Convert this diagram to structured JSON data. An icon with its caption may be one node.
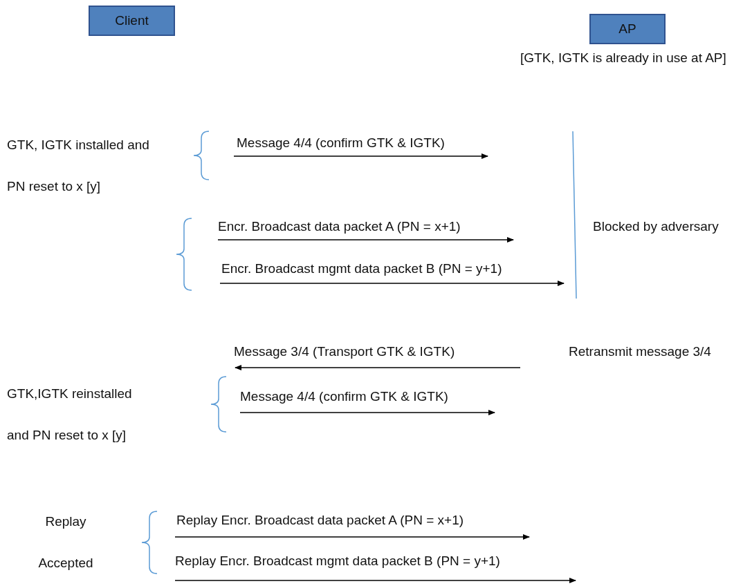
{
  "diagram": {
    "nodes": [
      {
        "text": [
          "Client"
        ]
      },
      {
        "text": [
          "AP"
        ],
        "beside": [
          "[GTK, IGTK is already in use at AP]"
        ]
      }
    ],
    "labels": [
      "GTK, IGTK installed and PN reset to x [y]",
      "Message 4/4 (confirm GTK & IGTK)",
      "Encr. Broadcast data packet A (PN = x+1)",
      "Blocked by adversary",
      "Encr. Broadcast mgmt data packet B (PN = y+1)",
      "Message 3/4 (Transport GTK & IGTK)",
      "Retransmit message 3/4",
      "GTK,IGTK reinstalled and PN reset to x [y]",
      "Message 4/4 (confirm GTK & IGTK)",
      "Replay Accepted",
      "Replay Encr. Broadcast data packet A (PN = x+1)",
      "Replay Encr. Broadcast mgmt data packet B (PN = y+1)"
    ]
  }
}
